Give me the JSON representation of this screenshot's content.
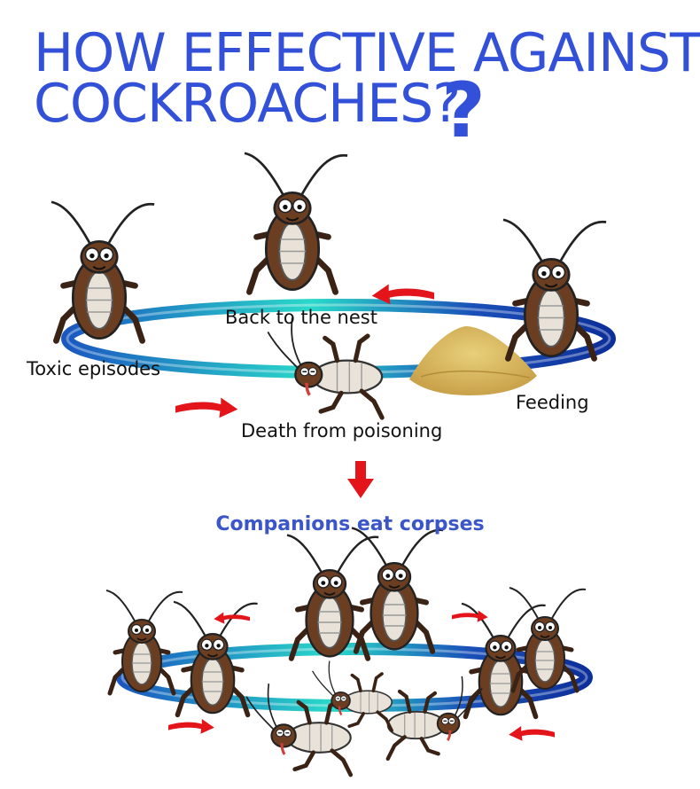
{
  "title": {
    "line1": "HOW EFFECTIVE AGAINST",
    "line2": "COCKROACHES?",
    "mark": "?"
  },
  "cycle": {
    "back_to_nest": "Back to the nest",
    "toxic_episodes": "Toxic episodes",
    "feeding": "Feeding",
    "death": "Death from poisoning"
  },
  "result": "Companions eat corpses",
  "colors": {
    "title_blue": "#3350d8",
    "ring_blue": "#1a4fb8",
    "ring_teal": "#27d7c8",
    "arrow_red": "#e3151b",
    "roach_brown": "#6b3e22",
    "bait_yellow": "#d9b85a"
  }
}
